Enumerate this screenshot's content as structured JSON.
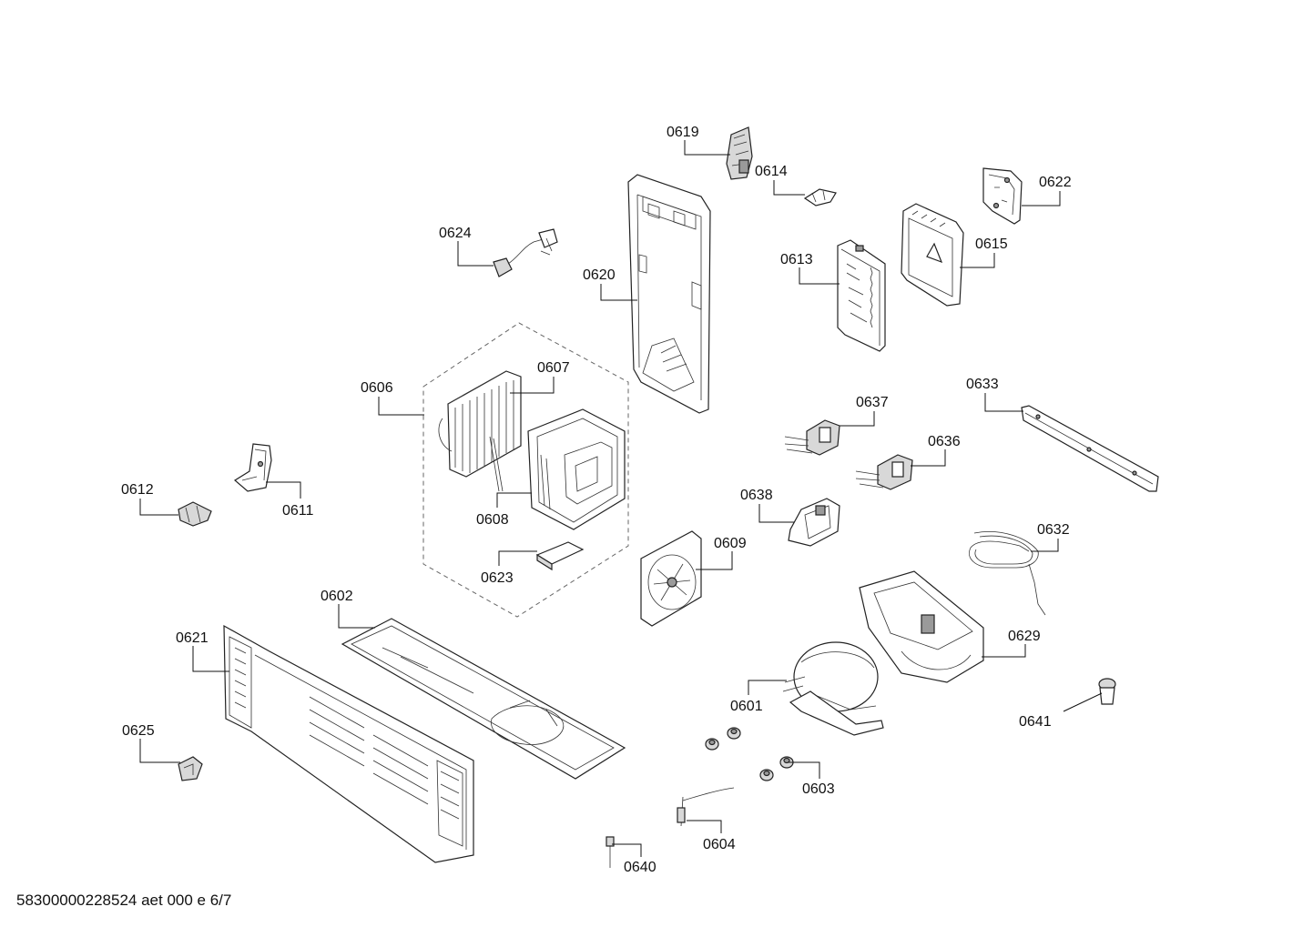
{
  "document_id": "58300000228524 aet 000 e 6/7",
  "parts": [
    {
      "id": "p0619",
      "number": "0619"
    },
    {
      "id": "p0614",
      "number": "0614"
    },
    {
      "id": "p0622",
      "number": "0622"
    },
    {
      "id": "p0624",
      "number": "0624"
    },
    {
      "id": "p0615",
      "number": "0615"
    },
    {
      "id": "p0620",
      "number": "0620"
    },
    {
      "id": "p0613",
      "number": "0613"
    },
    {
      "id": "p0607",
      "number": "0607"
    },
    {
      "id": "p0606",
      "number": "0606"
    },
    {
      "id": "p0633",
      "number": "0633"
    },
    {
      "id": "p0637",
      "number": "0637"
    },
    {
      "id": "p0636",
      "number": "0636"
    },
    {
      "id": "p0612",
      "number": "0612"
    },
    {
      "id": "p0611",
      "number": "0611"
    },
    {
      "id": "p0608",
      "number": "0608"
    },
    {
      "id": "p0638",
      "number": "0638"
    },
    {
      "id": "p0632",
      "number": "0632"
    },
    {
      "id": "p0609",
      "number": "0609"
    },
    {
      "id": "p0623",
      "number": "0623"
    },
    {
      "id": "p0602",
      "number": "0602"
    },
    {
      "id": "p0621",
      "number": "0621"
    },
    {
      "id": "p0629",
      "number": "0629"
    },
    {
      "id": "p0601",
      "number": "0601"
    },
    {
      "id": "p0641",
      "number": "0641"
    },
    {
      "id": "p0625",
      "number": "0625"
    },
    {
      "id": "p0603",
      "number": "0603"
    },
    {
      "id": "p0604",
      "number": "0604"
    },
    {
      "id": "p0640",
      "number": "0640"
    }
  ]
}
